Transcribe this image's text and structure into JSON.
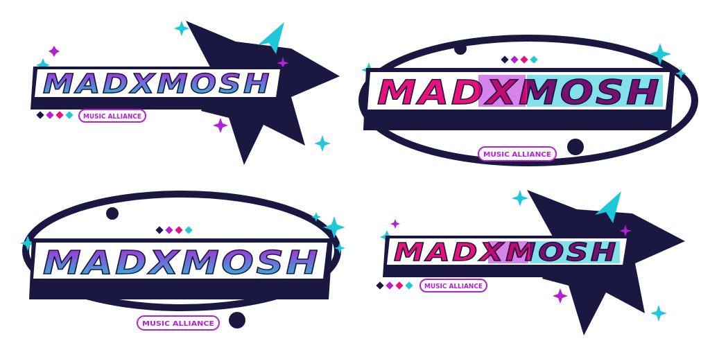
{
  "brand": {
    "wordmark": "MADXMOSH",
    "tagline": "MUSIC ALLIANCE"
  },
  "colors": {
    "navy": "#1a1840",
    "pink": "#e8127a",
    "magenta": "#b51fd6",
    "cyan": "#1ec8d8",
    "white": "#ffffff"
  },
  "icons": [
    "sparkle-icon",
    "diamond-icon",
    "arrow-cursor-icon",
    "star-burst-icon",
    "orbit-ring-icon"
  ],
  "variants": [
    {
      "style": "star-gradient"
    },
    {
      "style": "orbit-pink-magenta-cyan"
    },
    {
      "style": "orbit-gradient"
    },
    {
      "style": "star-pink-magenta-cyan"
    }
  ]
}
